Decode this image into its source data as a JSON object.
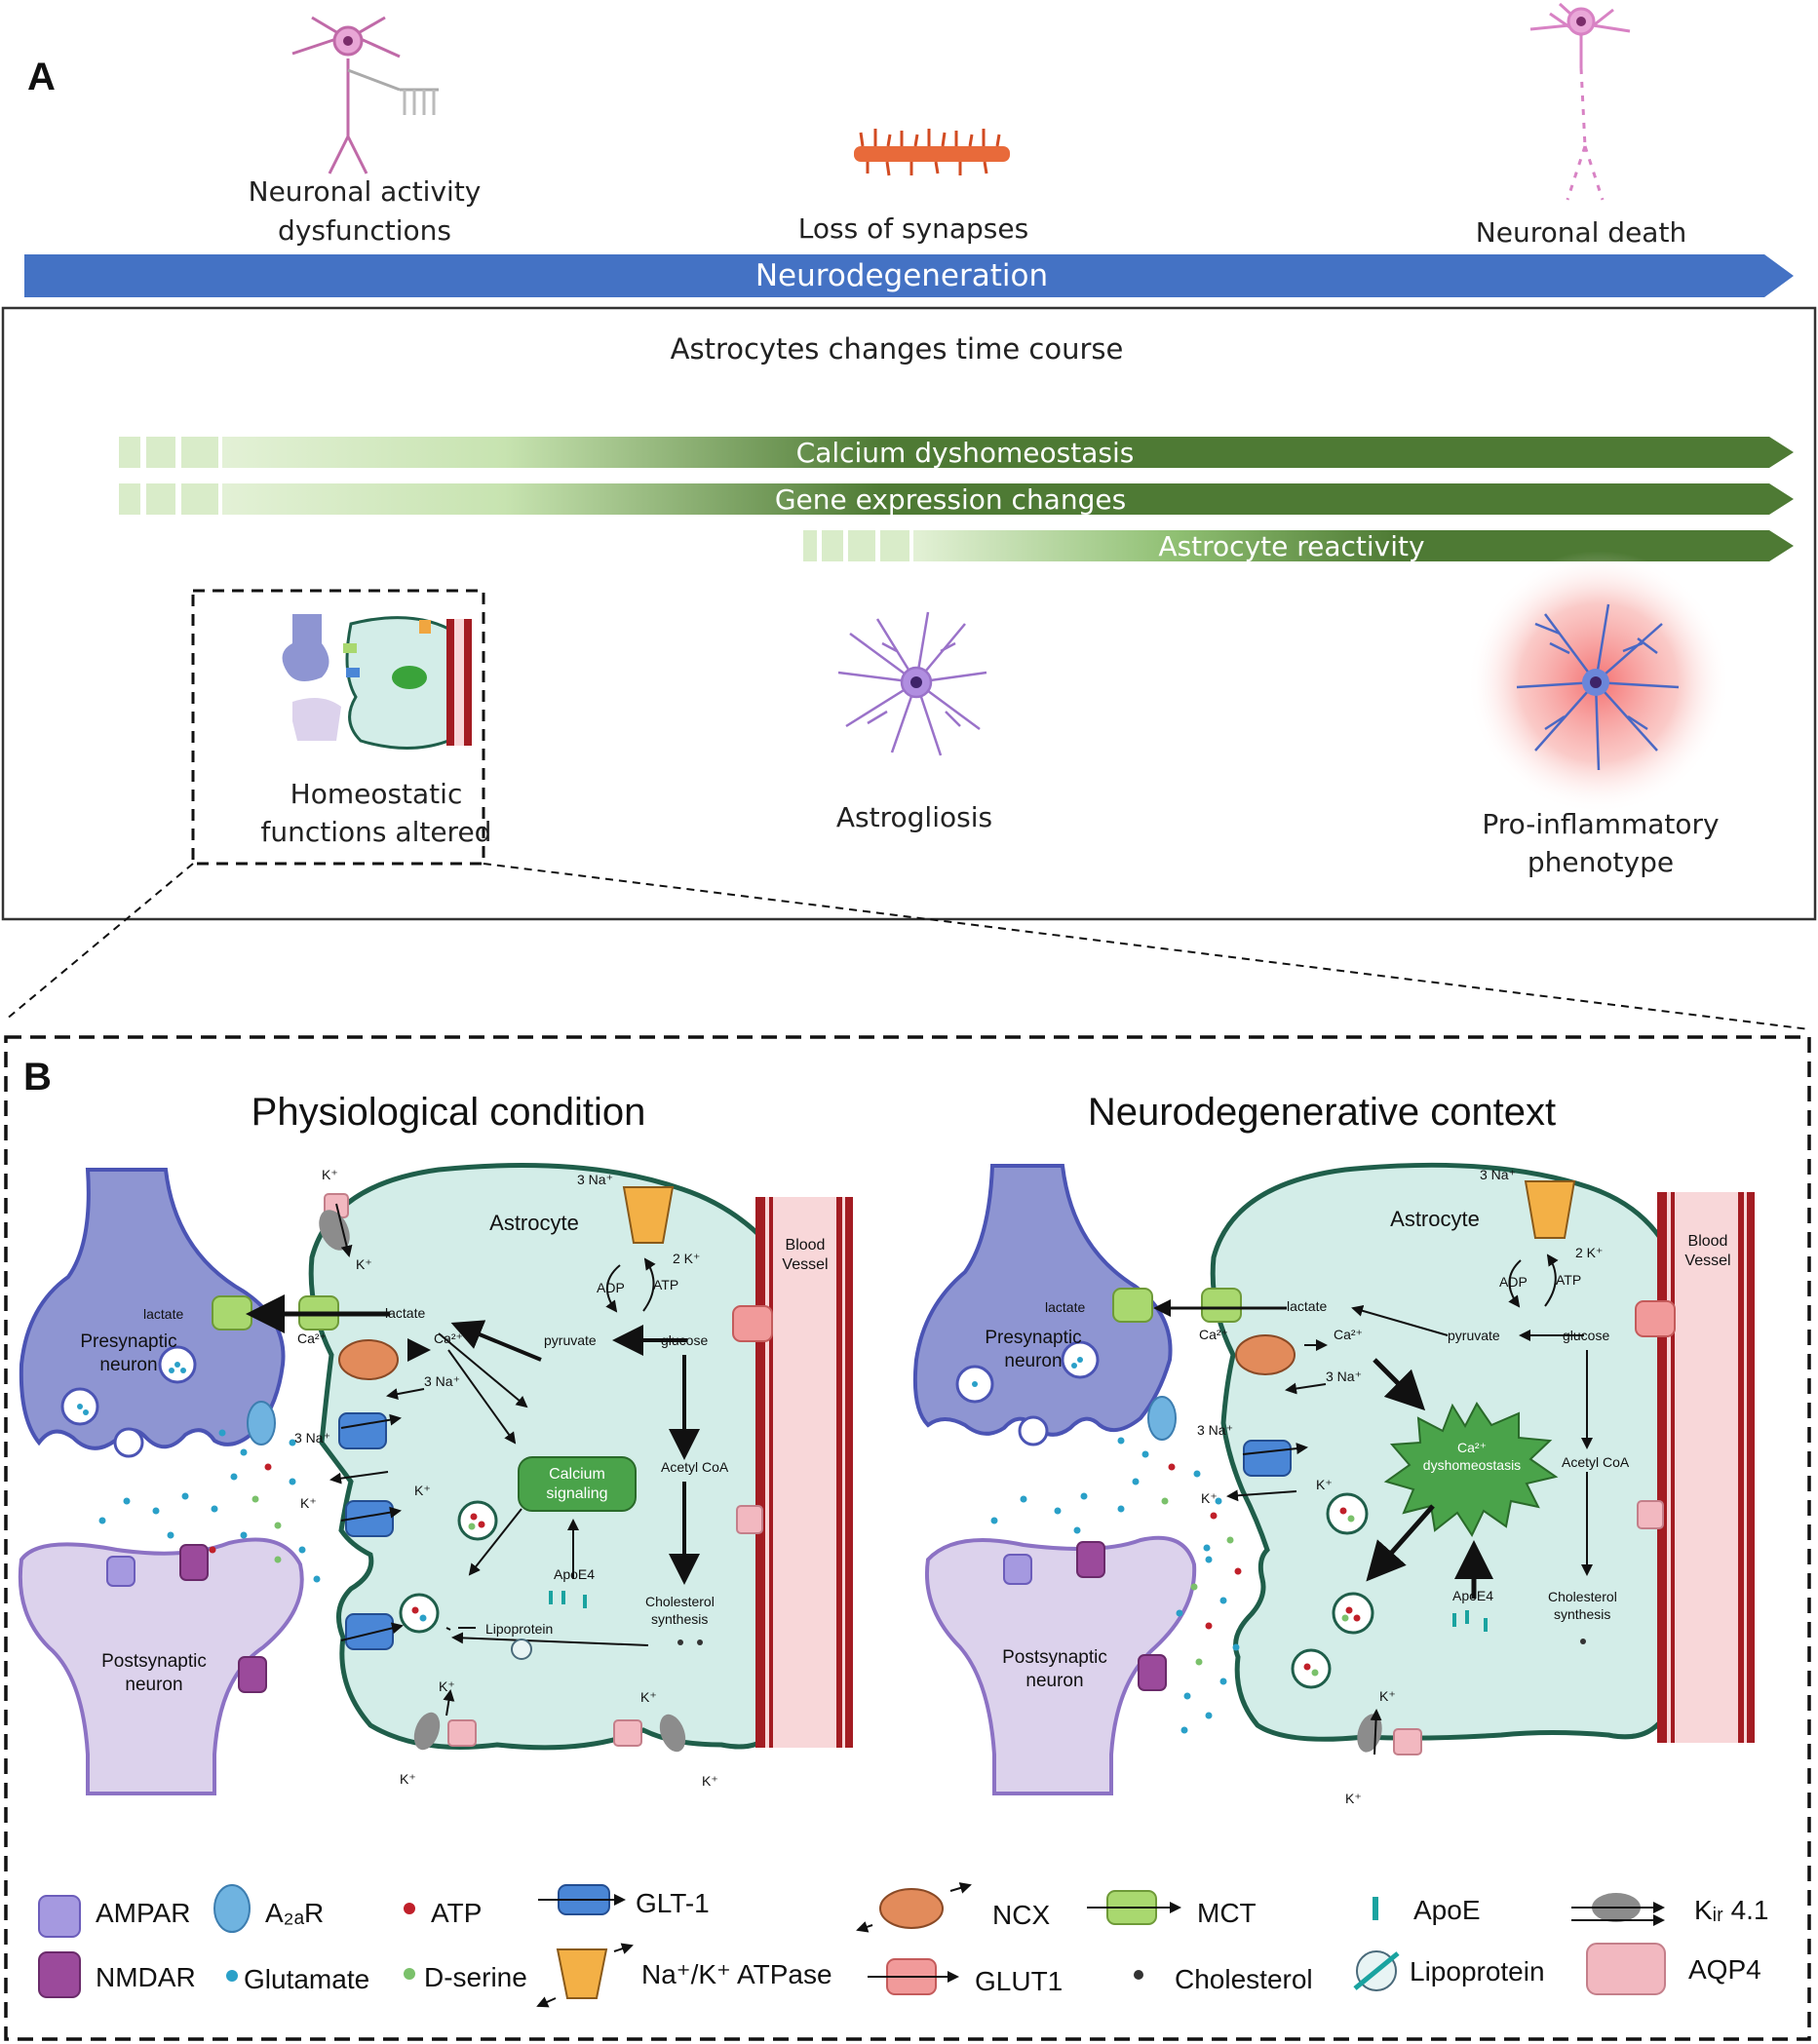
{
  "panel_a": {
    "label": "A",
    "top_events": {
      "activity": [
        "Neuronal activity",
        "dysfunctions"
      ],
      "synapses": "Loss of synapses",
      "death": "Neuronal death"
    },
    "neuro_arrow": "Neurodegeneration",
    "box_title": "Astrocytes changes time course",
    "green_arrows": {
      "calcium": "Calcium dyshomeostasis",
      "gene": "Gene expression changes",
      "reactivity": "Astrocyte reactivity"
    },
    "stages": {
      "homeostatic": [
        "Homeostatic",
        "functions altered"
      ],
      "astrogliosis": "Astrogliosis",
      "proinflammatory": [
        "Pro-inflammatory",
        "phenotype"
      ]
    }
  },
  "panel_b": {
    "label": "B",
    "titles": {
      "left": "Physiological condition",
      "right": "Neurodegenerative context"
    },
    "cells": {
      "presynaptic": [
        "Presynaptic",
        "neuron"
      ],
      "postsynaptic": [
        "Postsynaptic",
        "neuron"
      ],
      "astrocyte": "Astrocyte",
      "blood_vessel": [
        "Blood",
        "Vessel"
      ]
    },
    "small": {
      "k": "K⁺",
      "three_na": "3 Na⁺",
      "two_k": "2 K⁺",
      "adp": "ADP",
      "atp": "ATP",
      "lactate": "lactate",
      "pyruvate": "pyruvate",
      "glucose": "glucose",
      "ca": "Ca²⁺",
      "acetyl": "Acetyl CoA",
      "chol_synth": [
        "Cholesterol",
        "synthesis"
      ],
      "apoe4": "ApoE4",
      "lipoprotein": "Lipoprotein",
      "calcium_signaling": [
        "Calcium",
        "signaling"
      ],
      "ca_dyshomeostasis": [
        "Ca²⁺",
        "dyshomeostasis"
      ]
    },
    "legend": {
      "ampar": "AMPAR",
      "a2ar": "A₂ₐR",
      "atp": "ATP",
      "glt1": "GLT-1",
      "ncx": "NCX",
      "mct": "MCT",
      "apoe": "ApoE",
      "kir": "Kᵢᵣ 4.1",
      "nmdar": "NMDAR",
      "glutamate": "Glutamate",
      "dserine": "D-serine",
      "nak": "Na⁺/K⁺ ATPase",
      "glut1": "GLUT1",
      "cholesterol": "Cholesterol",
      "lipoprotein": "Lipoprotein",
      "aqp4": "AQP4"
    }
  },
  "colors": {
    "neuro_blue": "#4472c4",
    "green_dark": "#4e7a34",
    "astro_fill": "#d3ede8",
    "astro_border": "#1f5e4a",
    "presyn": "#8e95d2",
    "postsyn": "#dcd2ec",
    "vessel": "#a31c22",
    "vessel_lumen": "#f8d7d9"
  }
}
